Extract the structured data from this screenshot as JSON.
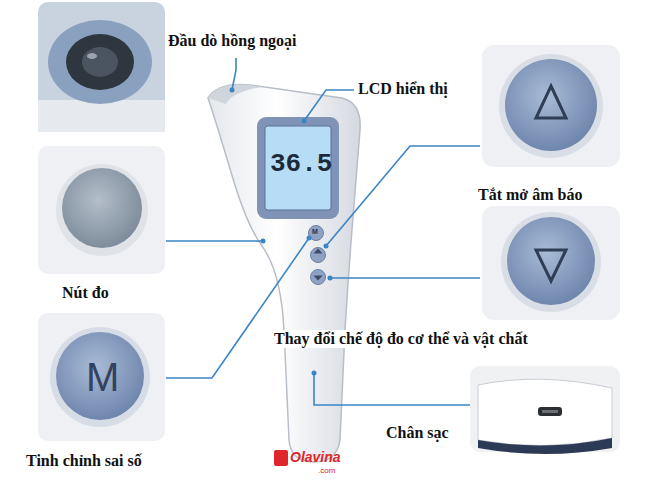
{
  "diagram": {
    "labels": [
      "Đầu dò hồng ngoại",
      "LCD hiển thị",
      "36.5",
      "M",
      "Tắt mở âm báo",
      "Nút đo",
      "Thay đổi chế độ đo cơ thể và vật chất",
      "M",
      "Chân sạc",
      "Tinh chỉnh sai số",
      "Olavina",
      ".com"
    ]
  }
}
